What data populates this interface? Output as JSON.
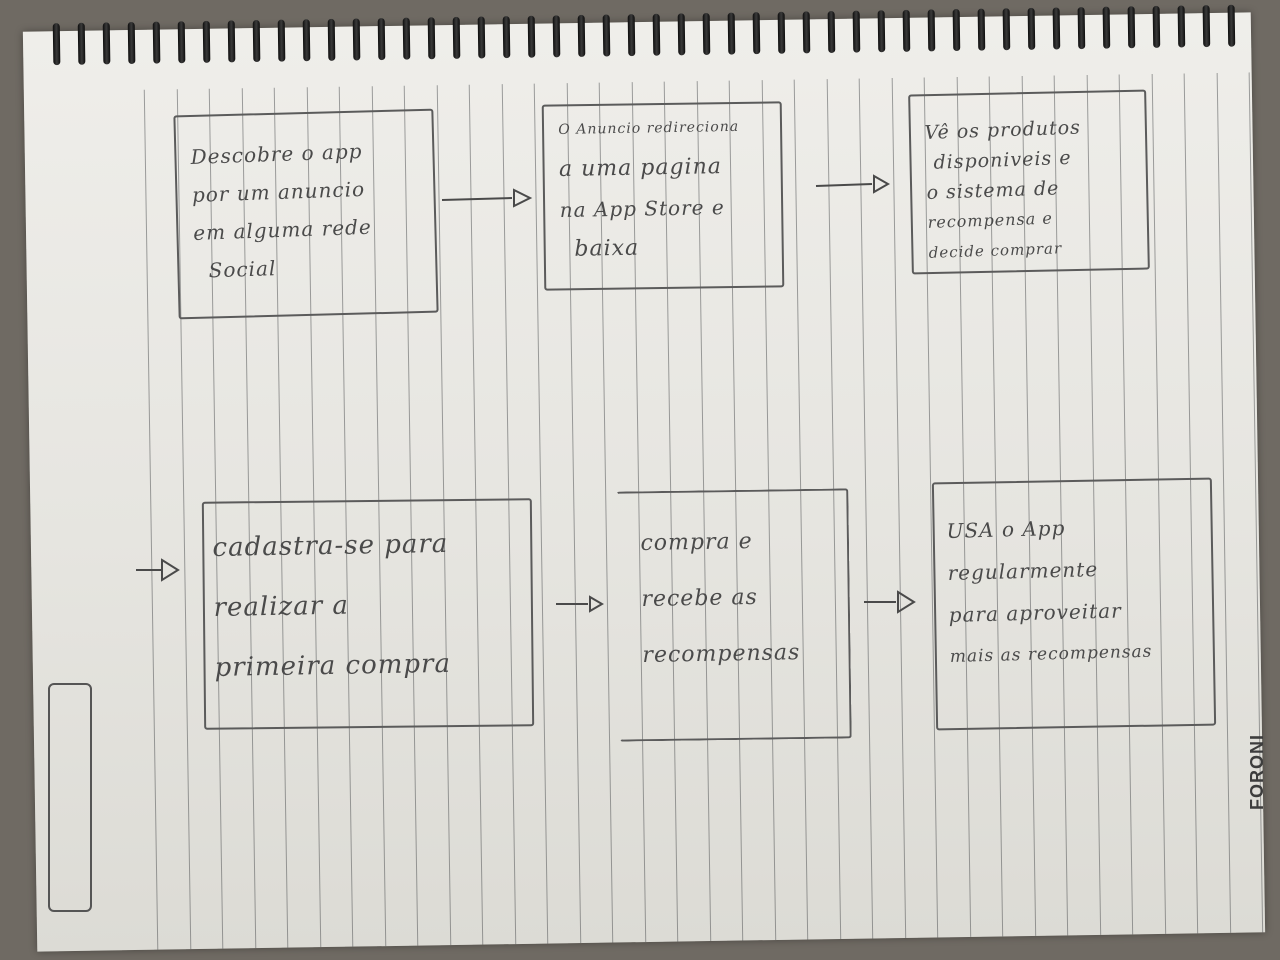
{
  "flow": {
    "step1": {
      "lines": [
        "Descobre o app",
        "por um anuncio",
        "em alguma rede",
        "Social"
      ]
    },
    "step2": {
      "lines": [
        "O Anuncio redireciona",
        "a uma pagina",
        "na App Store e",
        "baixa"
      ]
    },
    "step3": {
      "lines": [
        "Vê os produtos",
        "disponiveis e",
        "o sistema de",
        "recompensa e",
        "decide comprar"
      ]
    },
    "step4": {
      "lines": [
        "cadastra-se para",
        "realizar a",
        "primeira compra"
      ]
    },
    "step5": {
      "lines": [
        "compra e",
        "recebe as",
        "recompensas"
      ]
    },
    "step6": {
      "lines": [
        "USA o App",
        "regularmente",
        "para aproveitar",
        "mais as recompensas"
      ]
    }
  },
  "notebook": {
    "brand": "FORONI"
  },
  "colors": {
    "pencil": "#4a4a4a",
    "paper": "#ebeae6",
    "background": "#6f6a63"
  }
}
